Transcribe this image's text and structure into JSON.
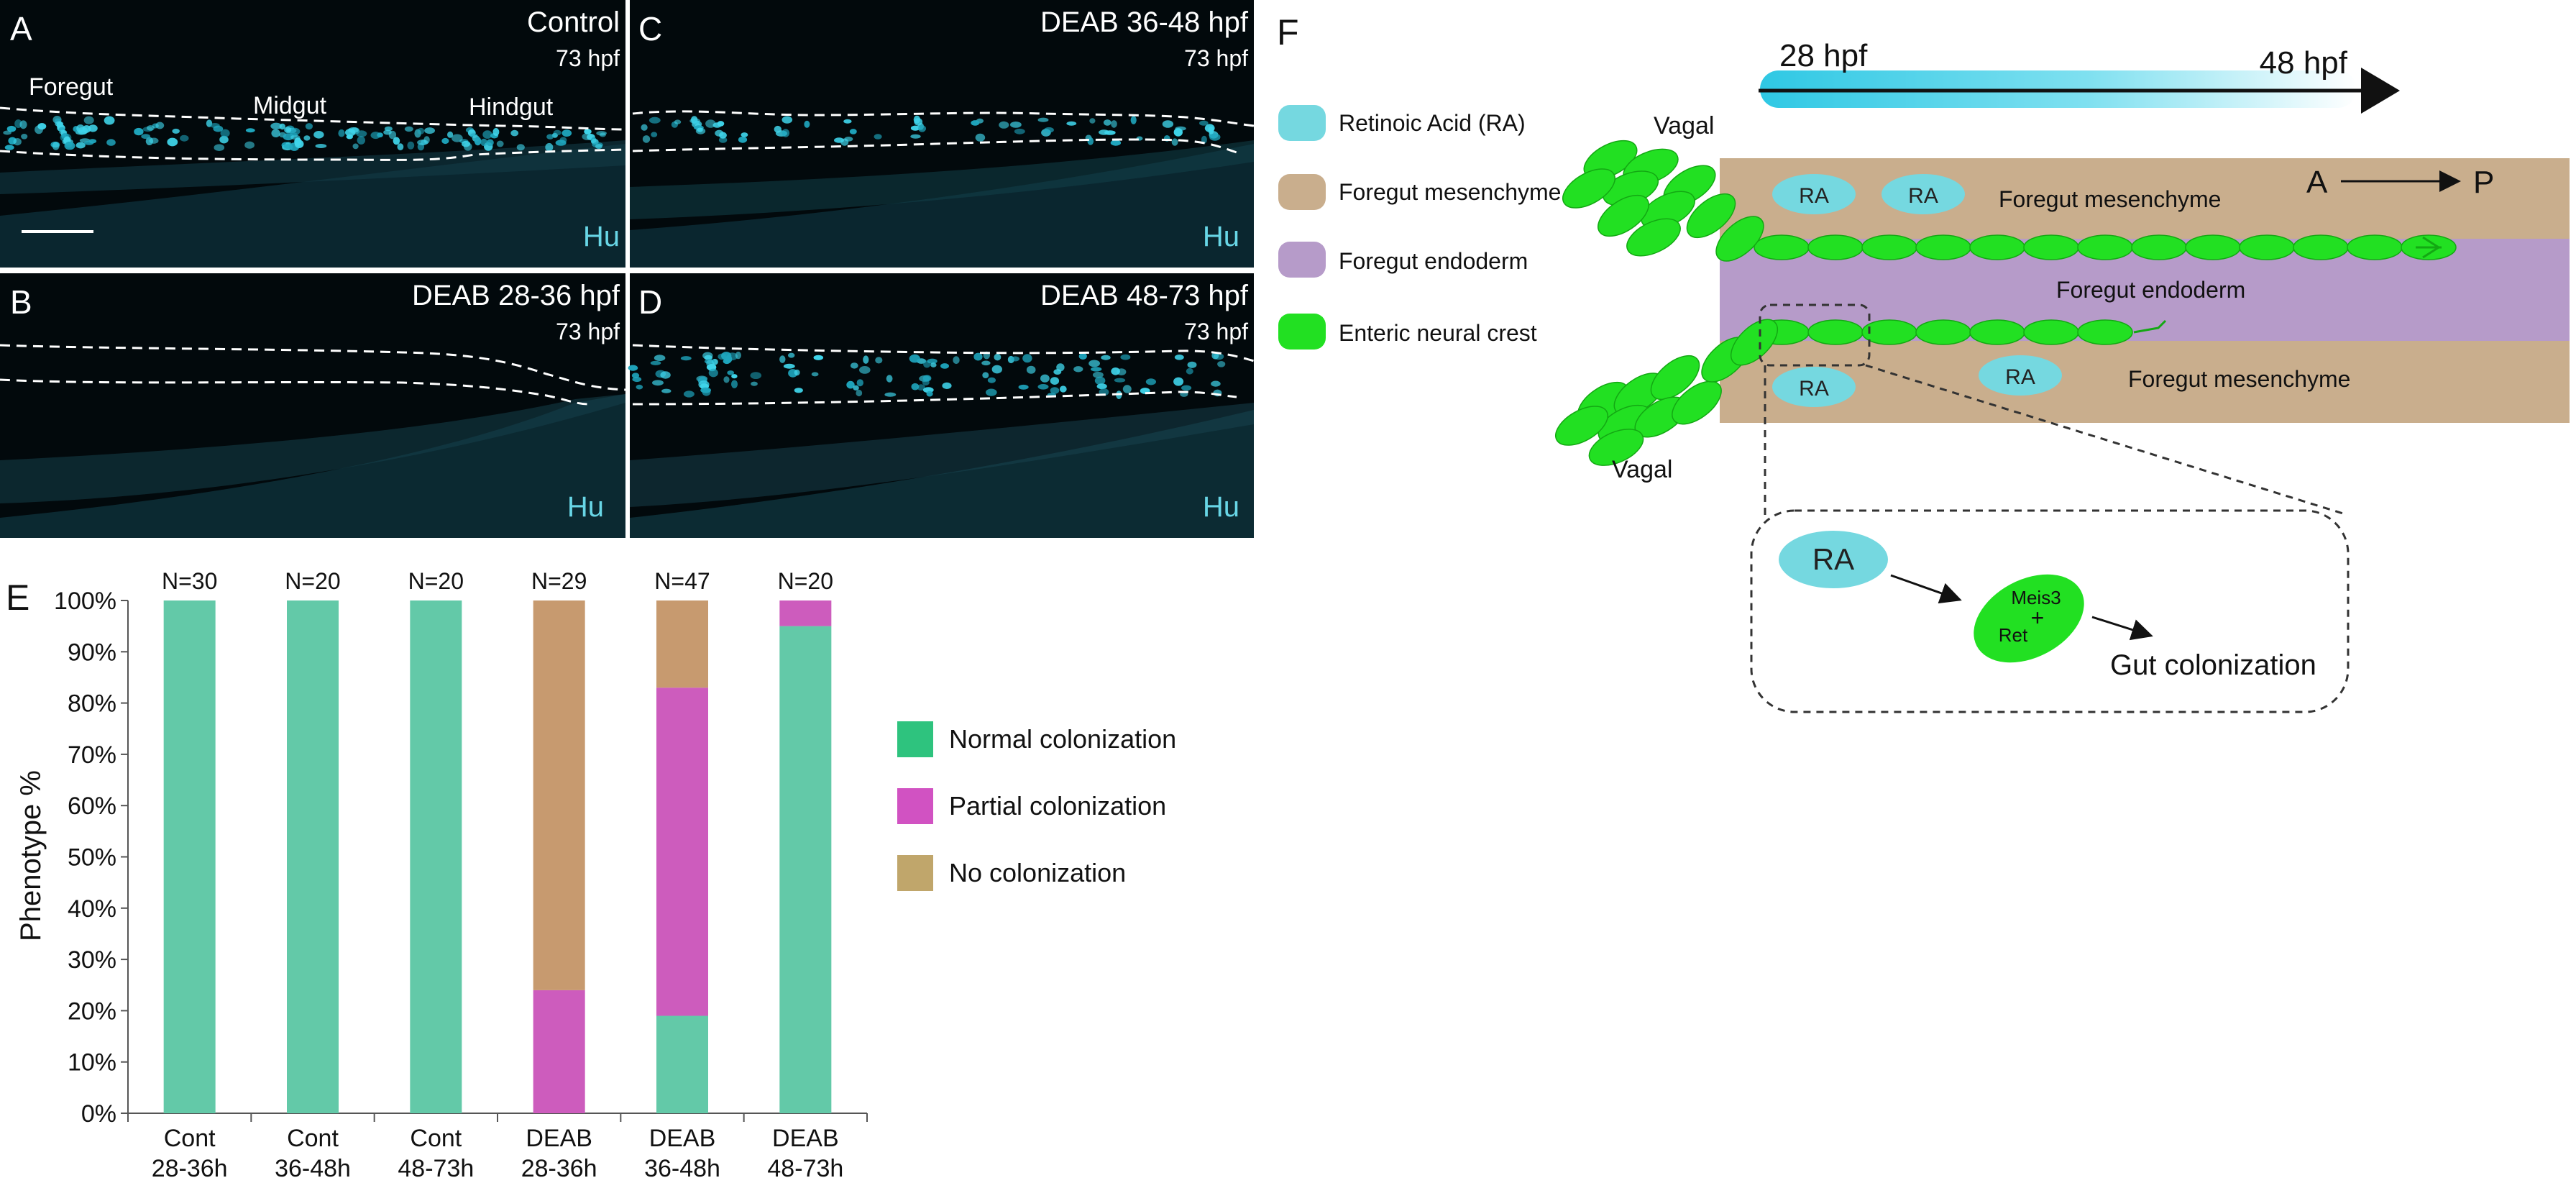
{
  "panels": {
    "A": {
      "letter": "A",
      "title": "Control",
      "stage": "73 hpf",
      "marker": "Hu",
      "regions": [
        "Foregut",
        "Midgut",
        "Hindgut"
      ]
    },
    "B": {
      "letter": "B",
      "title": "DEAB 28-36 hpf",
      "stage": "73 hpf",
      "marker": "Hu"
    },
    "C": {
      "letter": "C",
      "title": "DEAB 36-48 hpf",
      "stage": "73 hpf",
      "marker": "Hu"
    },
    "D": {
      "letter": "D",
      "title": "DEAB 48-73 hpf",
      "stage": "73 hpf",
      "marker": "Hu"
    },
    "E": {
      "letter": "E"
    },
    "F": {
      "letter": "F"
    }
  },
  "chart_data": {
    "type": "bar",
    "stacked": true,
    "ylabel": "Phenotype %",
    "ylim": [
      0,
      100
    ],
    "yticks": [
      "0%",
      "10%",
      "20%",
      "30%",
      "40%",
      "50%",
      "60%",
      "70%",
      "80%",
      "90%",
      "100%"
    ],
    "categories": [
      [
        "Cont",
        "28-36h"
      ],
      [
        "Cont",
        "36-48h"
      ],
      [
        "Cont",
        "48-73h"
      ],
      [
        "DEAB",
        "28-36h"
      ],
      [
        "DEAB",
        "36-48h"
      ],
      [
        "DEAB",
        "48-73h"
      ]
    ],
    "n_labels": [
      "N=30",
      "N=20",
      "N=20",
      "N=29",
      "N=47",
      "N=20"
    ],
    "series": [
      {
        "name": "Normal colonization",
        "color": "#63c9a8",
        "legend_color": "#2ec37e",
        "values": [
          100,
          100,
          100,
          0,
          19,
          95
        ]
      },
      {
        "name": "Partial colonization",
        "color": "#cd5cbd",
        "legend_color": "#d152c2",
        "values": [
          0,
          0,
          0,
          24,
          64,
          5
        ]
      },
      {
        "name": "No colonization",
        "color": "#c79a6f",
        "legend_color": "#c0a66b",
        "values": [
          0,
          0,
          0,
          76,
          17,
          0
        ]
      }
    ],
    "legend_placement": "right",
    "grid": false
  },
  "diagram": {
    "timeline": {
      "start": "28 hpf",
      "end": "48 hpf"
    },
    "legend": [
      {
        "label": "Retinoic Acid (RA)",
        "color": "#75d8e0"
      },
      {
        "label": "Foregut mesenchyme",
        "color": "#c9ae8d"
      },
      {
        "label": "Foregut endoderm",
        "color": "#b69bc9"
      },
      {
        "label": "Enteric neural crest",
        "color": "#22e022"
      }
    ],
    "vagal": "Vagal",
    "ra": "RA",
    "mesenchyme": "Foregut mesenchyme",
    "endoderm": "Foregut endoderm",
    "axis_a": "A",
    "axis_p": "P",
    "inset": {
      "ra": "RA",
      "gene1": "Meis3",
      "plus": "+",
      "gene2": "Ret",
      "outcome": "Gut colonization"
    }
  }
}
